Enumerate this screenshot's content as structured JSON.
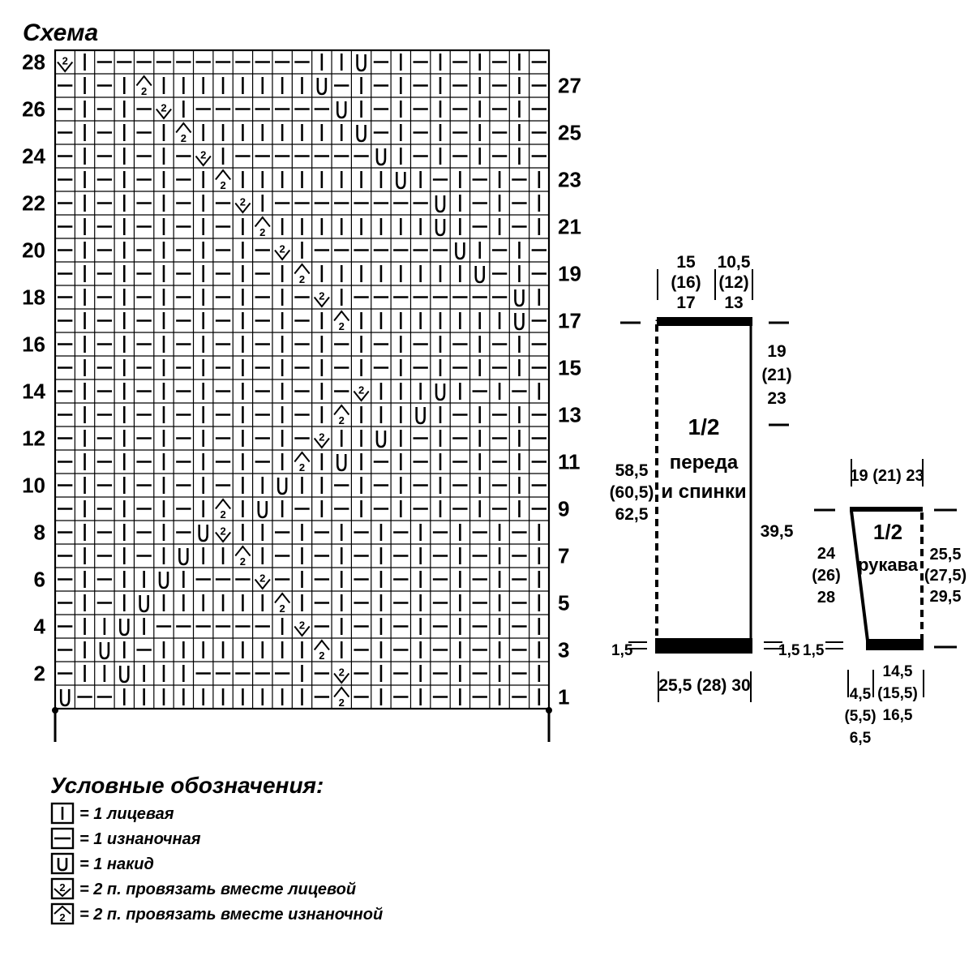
{
  "title": "Схема",
  "chart": {
    "rows_text": [
      "U--IIIIIIIIII-2-I-I-I-I-I",
      "-IIUIII-----I-k-I-I-I-I-I",
      "-IUI-IIIIIIII2I-I-I-I-I-I",
      "-IIUI------Ik-I-I-I-I-I-I",
      "-I-IUIIIIII2I-I-I-I-I-I-I",
      "-I-IIUI---k-I-I-I-I-I-I-I",
      "-I-I-IUII2I-I-I-I-I-I-I-I",
      "-I-I-I-UkII-I-I-I-I-I-I-I",
      "-I-I-I-I2IUI-I-I-I-I-I-I-",
      "-I-I-I-I-IIUII-I-I-I-I-I-",
      "-I-I-I-I-I-I2IUI-I-I-I-I-",
      "-I-I-I-I-I-I-kIIUI-I-I-I-",
      "-I-I-I-I-I-I-I2IIIUI-I-I-",
      "-I-I-I-I-I-I-I-kIIIUI-I-I",
      "-I-I-I-I-I-I-I-I-I-I-I-I-",
      "-I-I-I-I-I-I-I-I-I-I-I-I-",
      "-I-I-I-I-I-I-I2IIIIIIIIU-",
      "-I-I-I-I-I-I-kI--------UI",
      "-I-I-I-I-I-I2IIIIIIIIU-I-",
      "-I-I-I-I-I-kI-------UI-I-",
      "-I-I-I-I-I2IIIIIIIIUI-I-I",
      "-I-I-I-I-kI--------UI-I-I",
      "-I-I-I-I2IIIIIIIIUI-I-I-I",
      "-I-I-I-kI-------UI-I-I-I-",
      "-I-I-I2IIIIIIIIU-I-I-I-I-",
      "-I-I-kI-------UI-I-I-I-I-",
      "-I-I2IIIIIIIIU-I-I-I-I-I-",
      "kI-----------IIU-I-I-I-I-"
    ],
    "left_row_numbers": [
      "28",
      "26",
      "24",
      "22",
      "20",
      "18",
      "16",
      "14",
      "12",
      "10",
      "8",
      "6",
      "4",
      "2"
    ],
    "right_row_numbers": [
      "27",
      "25",
      "23",
      "21",
      "19",
      "17",
      "15",
      "13",
      "11",
      "9",
      "7",
      "5",
      "3",
      "1"
    ]
  },
  "body_piece": {
    "label_lines": [
      "1/2",
      "переда",
      "и спинки"
    ],
    "top_left": [
      "15",
      "(16)",
      "17"
    ],
    "top_right": [
      "10,5",
      "(12)",
      "13"
    ],
    "right_upper": [
      "19",
      "(21)",
      "23"
    ],
    "right_lower": "39,5",
    "left_height": [
      "58,5",
      "(60,5)",
      "62,5"
    ],
    "hem_left": "1,5",
    "hem_right": "1,5",
    "bottom": "25,5 (28) 30"
  },
  "sleeve_piece": {
    "label_lines": [
      "1/2",
      "рукава"
    ],
    "top": "19 (21) 23",
    "left_height": [
      "24",
      "(26)",
      "28"
    ],
    "right_height": [
      "25,5",
      "(27,5)",
      "29,5"
    ],
    "hem_left": "1,5",
    "bottom_left": [
      "4,5",
      "(5,5)",
      "6,5"
    ],
    "bottom_right": [
      "14,5",
      "(15,5)",
      "16,5"
    ]
  },
  "legend": {
    "title": "Условные обозначения:",
    "items": [
      {
        "symbol": "knit",
        "text": "= 1 лицевая"
      },
      {
        "symbol": "purl",
        "text": "= 1 изнаночная"
      },
      {
        "symbol": "yo",
        "text": "= 1 накид"
      },
      {
        "symbol": "k2tog",
        "text": "= 2 п. провязать вместе лицевой"
      },
      {
        "symbol": "p2tog",
        "text": "= 2 п. провязать вместе изнаночной"
      }
    ]
  }
}
